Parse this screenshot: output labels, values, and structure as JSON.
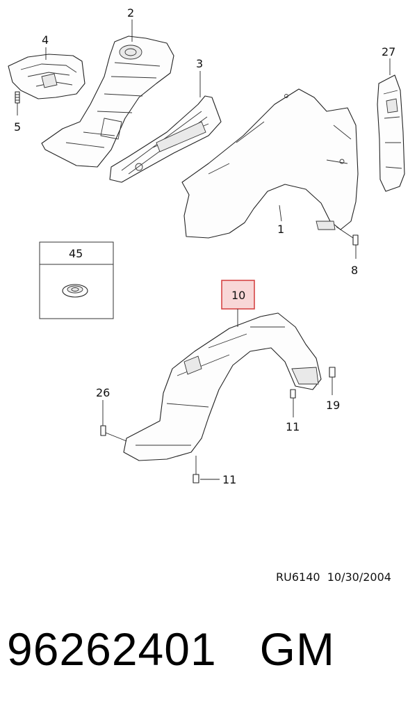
{
  "callouts": {
    "c1": "1",
    "c2": "2",
    "c3": "3",
    "c4": "4",
    "c5": "5",
    "c8": "8",
    "c10": "10",
    "c11a": "11",
    "c11b": "11",
    "c19": "19",
    "c26": "26",
    "c27": "27",
    "c45": "45"
  },
  "highlight": {
    "callout": "10",
    "border_color": "#d64545",
    "fill_color": "#f8d7d7"
  },
  "caption": {
    "diagram_code": "RU6140",
    "date": "10/30/2004"
  },
  "footer": {
    "part_number": "96262401",
    "brand": "GM"
  },
  "icons": [
    "bolt-icon",
    "grommet-icon",
    "fender-icon",
    "wheel-liner-icon"
  ]
}
